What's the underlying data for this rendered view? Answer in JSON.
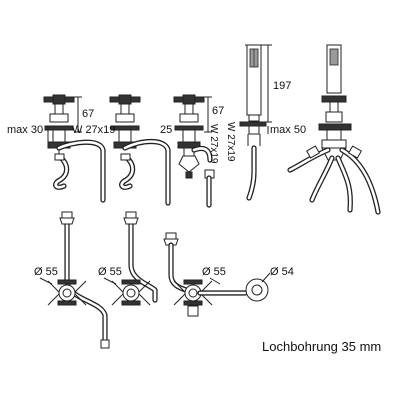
{
  "dimensions": {
    "height_valve_1": "67",
    "height_valve_3": "67",
    "max_depth_left": "max 30",
    "thread_left": "W 27x19",
    "depth_spout": "25",
    "thread_mid": "W 27x19",
    "thread_spout": "W 27x19",
    "shower_height": "197",
    "max_depth_shower": "max 50",
    "hole_dia_1": "Ø 55",
    "hole_dia_2": "Ø 55",
    "hole_dia_3": "Ø 55",
    "hole_dia_4": "Ø 54"
  },
  "caption": "Lochbohrung 35 mm"
}
